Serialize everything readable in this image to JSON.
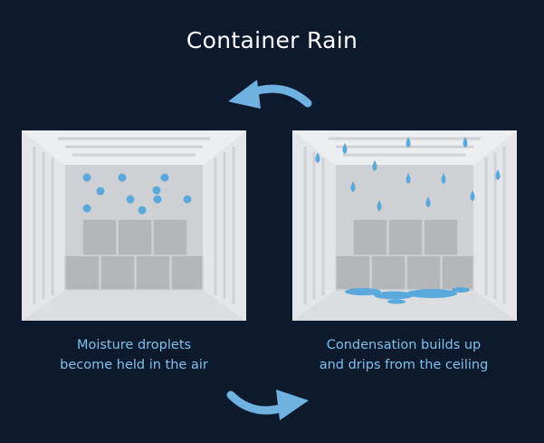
{
  "title": "Container Rain",
  "panels": [
    {
      "id": "moisture",
      "caption_lines": [
        "Moisture droplets",
        "become held in the air"
      ]
    },
    {
      "id": "condensation",
      "caption_lines": [
        "Condensation builds up",
        "and drips from the ceiling"
      ]
    }
  ],
  "arrows": [
    {
      "direction": "left",
      "meaning": "cycle-back"
    },
    {
      "direction": "right",
      "meaning": "cycle-forward"
    }
  ],
  "colors": {
    "background": "#0d1a2e",
    "droplet": "#5aa9dc",
    "caption": "#7fc0ea",
    "arrow": "#6fb2e0",
    "container_wall": "#e6e7ea",
    "container_back": "#cfd0d3",
    "box": "#b5b6b9"
  }
}
